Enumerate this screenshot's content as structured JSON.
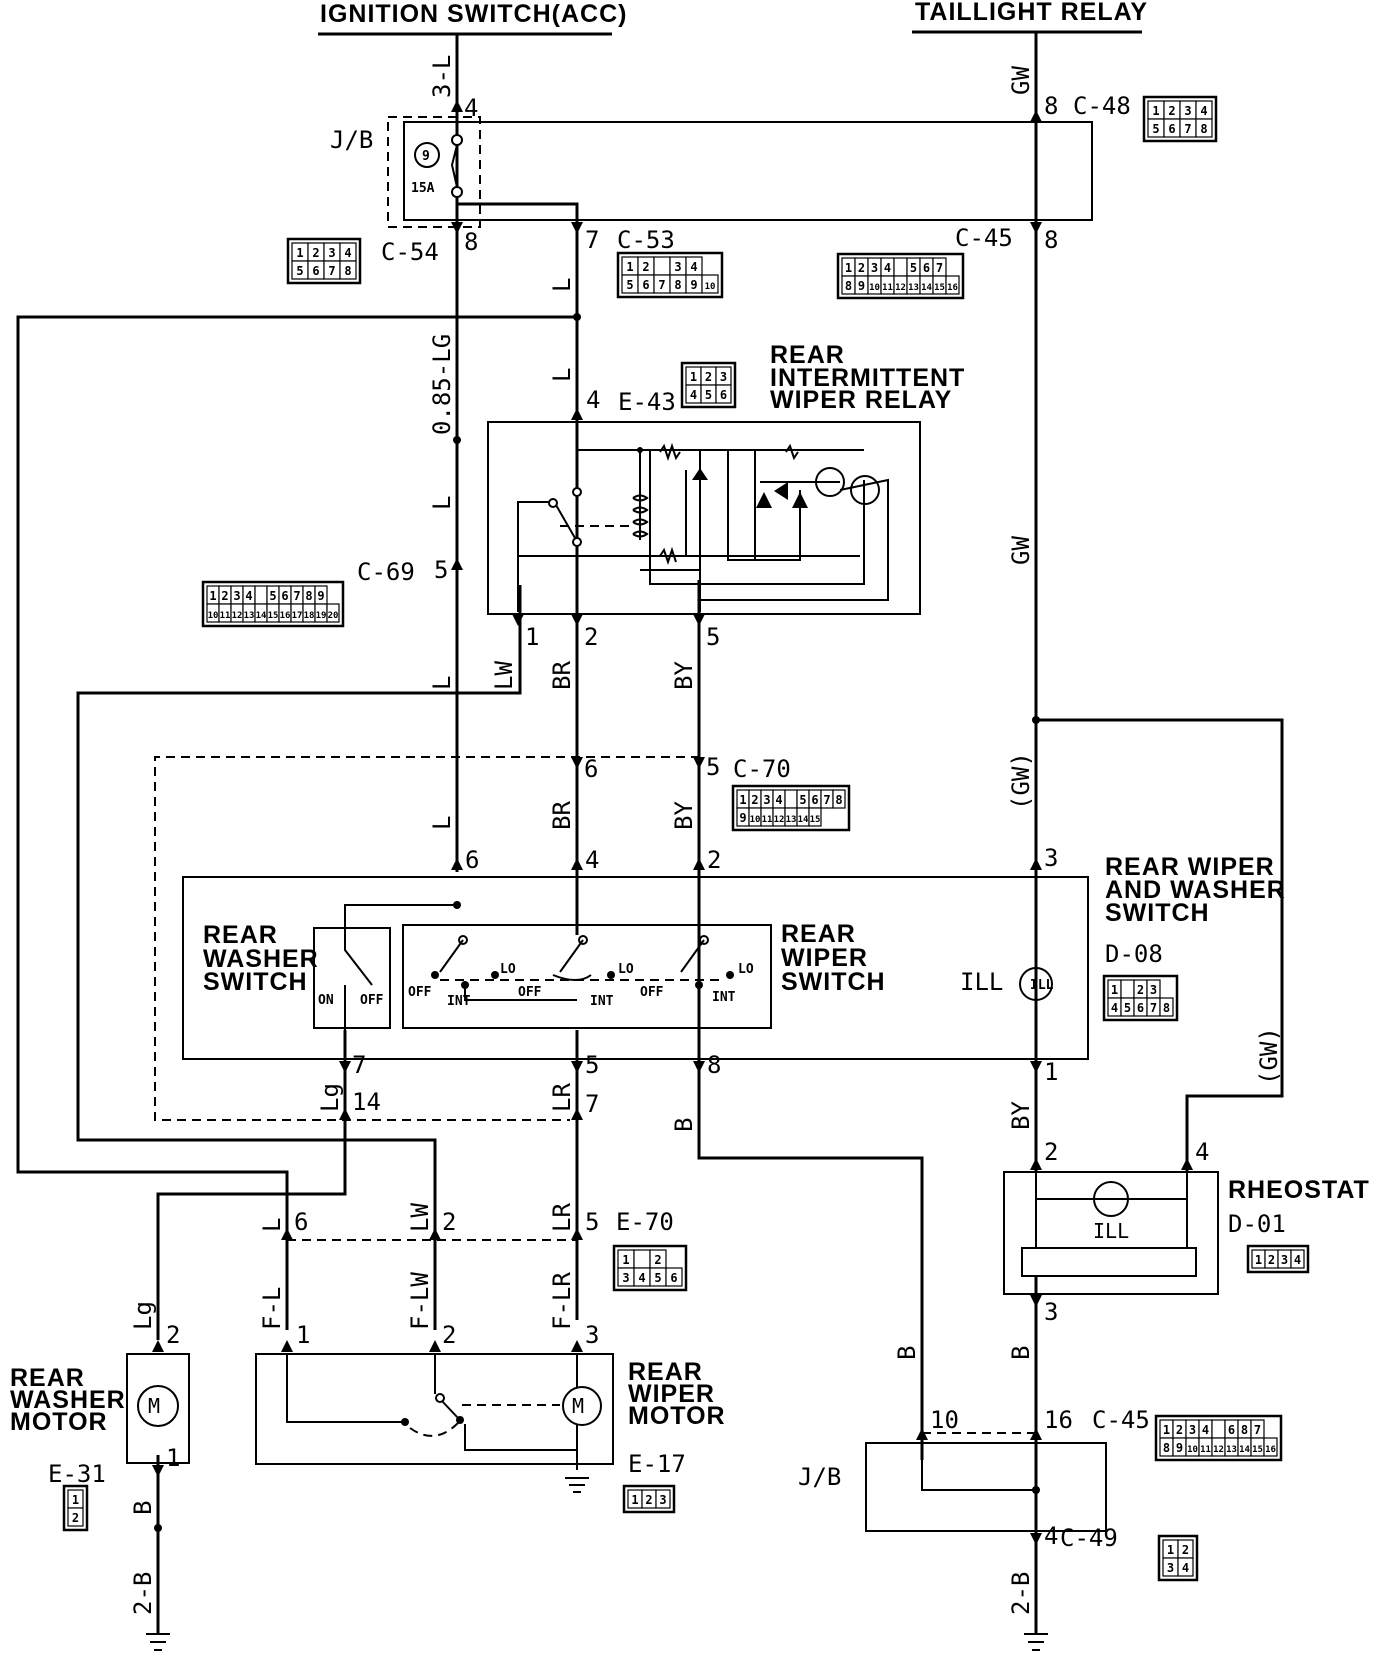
{
  "top": {
    "ignition": "IGNITION SWITCH(ACC)",
    "taillight": "TAILLIGHT RELAY"
  },
  "junction": {
    "jb": "J/B",
    "fuse_no": "9",
    "fuse_amp": "15A"
  },
  "connectors": {
    "c48": "C-48",
    "c54": "C-54",
    "c53": "C-53",
    "c45": "C-45",
    "e43": "E-43",
    "c69": "C-69",
    "c70": "C-70",
    "d08": "D-08",
    "d01": "D-01",
    "e70": "E-70",
    "e31": "E-31",
    "e17": "E-17",
    "c45b": "C-45",
    "c49": "C-49"
  },
  "components": {
    "relay": [
      "REAR",
      "INTERMITTENT",
      "WIPER RELAY"
    ],
    "rws": [
      "REAR WIPER",
      "AND WASHER",
      "SWITCH"
    ],
    "washer_sw": [
      "REAR",
      "WASHER",
      "SWITCH"
    ],
    "wiper_sw": [
      "REAR",
      "WIPER",
      "SWITCH"
    ],
    "ill": "ILL",
    "rheostat": "RHEOSTAT",
    "rheo_ill": "ILL",
    "washer_motor": [
      "REAR",
      "WASHER",
      "MOTOR"
    ],
    "wiper_motor": [
      "REAR",
      "WIPER",
      "MOTOR"
    ],
    "jb_bottom": "J/B"
  },
  "switch_labels": {
    "on": "ON",
    "off": "OFF",
    "lo": "LO",
    "int": "INT"
  },
  "wires": {
    "w3l": "3-L",
    "wgw": "GW",
    "wl1": "L",
    "wl2": "L",
    "w085": "0.85-LG",
    "wl3": "L",
    "wgw2": "GW",
    "wlw": "LW",
    "wbr": "BR",
    "wby": "BY",
    "wl4": "L",
    "wl5": "L",
    "wbr2": "BR",
    "wby2": "BY",
    "wgw3": "(GW)",
    "wgw4": "(GW)",
    "wlg": "Lg",
    "wlr": "LR",
    "wb": "B",
    "wby3": "BY",
    "wl6": "L",
    "wlw2": "LW",
    "wlr2": "LR",
    "wlg2": "Lg",
    "wfl": "F-L",
    "wflw": "F-LW",
    "wflr": "F-LR",
    "wb2": "B",
    "wb3": "B",
    "wb4": "B",
    "w2b": "2-B",
    "w2b2": "2-B"
  },
  "pins": {
    "p4": "4",
    "p8a": "8",
    "p8b": "8",
    "p7": "7",
    "p8c": "8",
    "p4b": "4",
    "p5a": "5",
    "p1": "1",
    "p2": "2",
    "p5b": "5",
    "p6a": "6",
    "p5c": "5",
    "p6b": "6",
    "p4c": "4",
    "p2b": "2",
    "p3": "3",
    "p7b": "7",
    "p5d": "5",
    "p8d": "8",
    "p1b": "1",
    "p14": "14",
    "p7c": "7",
    "p2c": "2",
    "p4d": "4",
    "p3b": "3",
    "p6c": "6",
    "p2d": "2",
    "p5e": "5",
    "p2e": "2",
    "p1c": "1",
    "p2f": "2",
    "p3c": "3",
    "p1d": "1",
    "p10": "10",
    "p16": "16",
    "p4e": "4"
  },
  "connector_pins": {
    "c48": [
      [
        "1",
        "2",
        "3",
        "4"
      ],
      [
        "5",
        "6",
        "7",
        "8"
      ]
    ],
    "c54": [
      [
        "1",
        "2",
        "3",
        "4"
      ],
      [
        "5",
        "6",
        "7",
        "8"
      ]
    ],
    "c53": [
      [
        "1",
        "2",
        "",
        "3",
        "4"
      ],
      [
        "5",
        "6",
        "7",
        "8",
        "9",
        "10"
      ]
    ],
    "c45": [
      [
        "1",
        "2",
        "3",
        "4",
        "",
        "5",
        "6",
        "7"
      ],
      [
        "8",
        "9",
        "10",
        "11",
        "12",
        "13",
        "14",
        "15",
        "16"
      ]
    ],
    "e43": [
      [
        "1",
        "2",
        "3"
      ],
      [
        "4",
        "5",
        "6"
      ]
    ],
    "c69": [
      [
        "1",
        "2",
        "3",
        "4",
        "",
        "5",
        "6",
        "7",
        "8",
        "9"
      ],
      [
        "10",
        "11",
        "12",
        "13",
        "14",
        "15",
        "16",
        "17",
        "18",
        "19",
        "20"
      ]
    ],
    "c70": [
      [
        "1",
        "2",
        "3",
        "4",
        "",
        "5",
        "6",
        "7",
        "8"
      ],
      [
        "9",
        "10",
        "11",
        "12",
        "13",
        "14",
        "15"
      ]
    ],
    "d08": [
      [
        "1",
        "",
        "2",
        "3"
      ],
      [
        "4",
        "5",
        "6",
        "7",
        "8"
      ]
    ],
    "d01": [
      [
        "1",
        "2",
        "3",
        "4"
      ]
    ],
    "e70": [
      [
        "1",
        "",
        "2"
      ],
      [
        "3",
        "4",
        "5",
        "6"
      ]
    ],
    "e31": [
      [
        "1"
      ],
      [
        "2"
      ]
    ],
    "e17": [
      [
        "1",
        "2",
        "3"
      ]
    ],
    "c45b": [
      [
        "1",
        "2",
        "3",
        "4",
        "",
        "6",
        "8",
        "7"
      ],
      [
        "8",
        "9",
        "10",
        "11",
        "12",
        "13",
        "14",
        "15",
        "16"
      ]
    ],
    "c49": [
      [
        "1",
        "2"
      ],
      [
        "3",
        "4"
      ]
    ]
  }
}
